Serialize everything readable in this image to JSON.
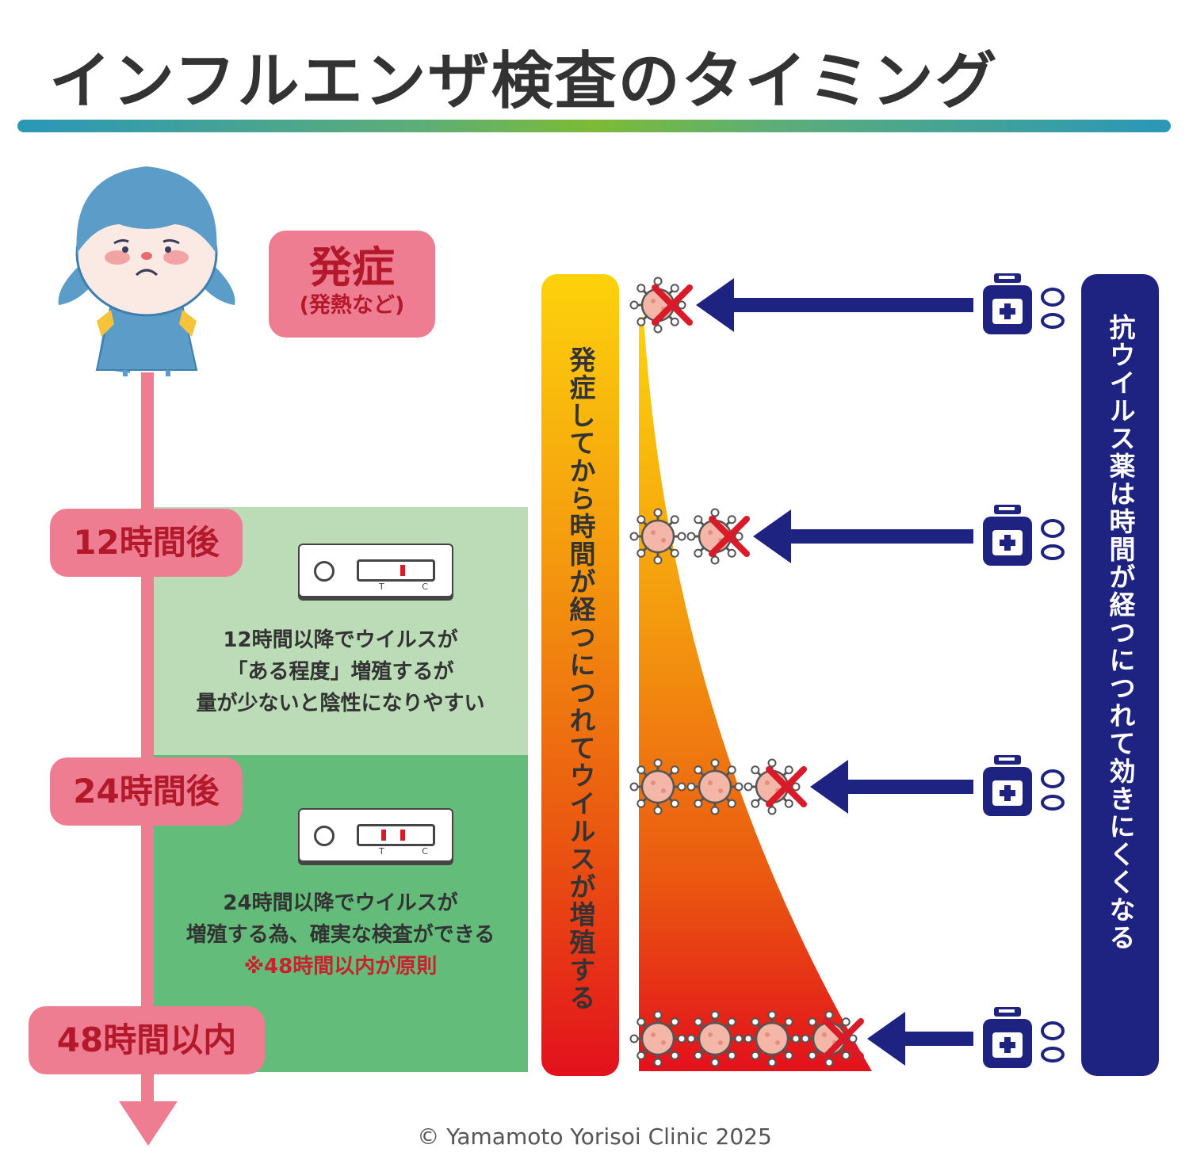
{
  "title": "インフルエンザ検査のタイミング",
  "onset": {
    "label": "発症",
    "sub": "(発熱など)"
  },
  "timepoints": [
    {
      "label": "12時間後"
    },
    {
      "label": "24時間後"
    },
    {
      "label": "48時間以内"
    }
  ],
  "test_kit": {
    "marks": "T C",
    "positive_lines_12h": 1,
    "positive_lines_24h": 2
  },
  "caption_12h": {
    "line1": "12時間以降でウイルスが",
    "line2": "「ある程度」増殖するが",
    "line3": "量が少ないと陰性になりやすい"
  },
  "caption_24h": {
    "line1": "24時間以降でウイルスが",
    "line2": "増殖する為、確実な検査ができる",
    "note": "※48時間以内が原則"
  },
  "growth_bar_text": "発症してから時間が経つにつれてウイルスが増殖する",
  "drug_bar_text": "抗ウイルス薬は時間が経つにつれて効きにくくなる",
  "virus_rows": [
    {
      "count": 1
    },
    {
      "count": 2
    },
    {
      "count": 3
    },
    {
      "count": 4
    }
  ],
  "colors": {
    "pink": "#ee7d91",
    "dark_red": "#b3192b",
    "navy": "#1e2281",
    "light_green": "#bbdcb7",
    "green": "#64bc7b",
    "cross": "#d91a29"
  },
  "copyright": "© Yamamoto Yorisoi Clinic 2025"
}
